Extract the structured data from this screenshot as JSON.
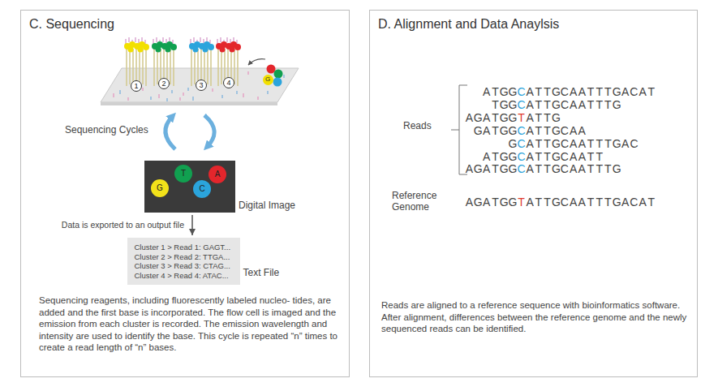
{
  "diagram": {
    "nodes": [
      {
        "text": [
          "C. Sequencing",
          "Sequencing reagents, including fluorescently labeled nucleo- tides, are added and the first base is incorporated. The flow cell is imaged and the emission from each cluster is recorded. The emission wavelength and intensity are used to identify the base. This cycle is repeated “n” times to create a read length of “n” bases."
        ]
      },
      {
        "text": [
          "1"
        ],
        "in": 0
      },
      {
        "text": [
          "2"
        ],
        "in": 0
      },
      {
        "text": [
          "3"
        ],
        "in": 0
      },
      {
        "text": [
          "4"
        ],
        "in": 0
      },
      {
        "text": [
          "G"
        ],
        "in": 0
      },
      {
        "text": [
          "Digital Image"
        ],
        "in": 0
      },
      {
        "text": [
          "G"
        ],
        "in": 6
      },
      {
        "text": [
          "T"
        ],
        "in": 6
      },
      {
        "text": [
          "C"
        ],
        "in": 6
      },
      {
        "text": [
          "A"
        ],
        "in": 6
      },
      {
        "text": [
          "Cluster 1 > Read 1: GAGT...",
          "Cluster 2 > Read 2: TTGA...",
          "Cluster 3 > Read 3: CTAG...",
          "Cluster 4 > Read 4: ATAC...",
          "Text File"
        ],
        "in": 0
      },
      {
        "text": [
          "D. Alignment and Data Anaylsis",
          "Reads are aligned to a reference sequence with bioinformatics software. After alignment, differences between the reference genome and the newly sequenced reads can be identified."
        ]
      }
    ],
    "edges": [
      {
        "from": 6,
        "to": 11,
        "arrow": "to",
        "label": "Data is exported to an output file"
      }
    ],
    "labels": [
      "Sequencing Cycles",
      "Reads",
      "ATGGCATTGCAATTTGACAT",
      "TGGCATTGCAATTTG",
      "AGATGGTATTG",
      "GATGGCATTGCAA",
      "GCATTGCAATTTGAC",
      "ATGGCATTGCAATT",
      "AGATGGCATTGCAATTTG",
      "Reference Genome",
      "AGATGGTATTGCAATTTGACAT"
    ]
  }
}
